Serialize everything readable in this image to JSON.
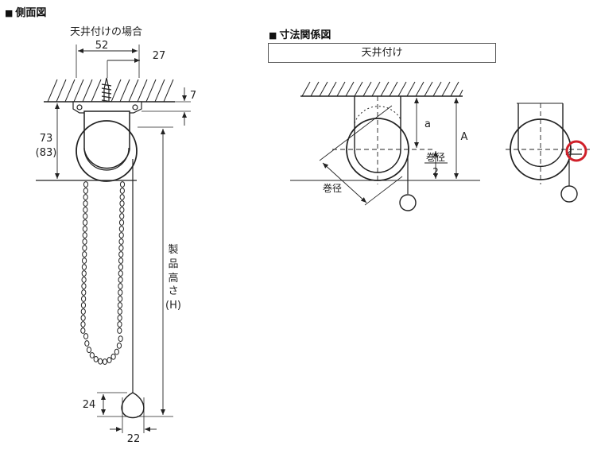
{
  "side_view": {
    "heading": "側面図",
    "subtitle": "天井付けの場合",
    "dims": {
      "width_52": "52",
      "offset_27": "27",
      "thickness_7": "7",
      "height_73": "73",
      "height_83": "(83)",
      "weight_height_24": "24",
      "weight_width_22": "22"
    },
    "product_height_label": [
      "製",
      "品",
      "高",
      "さ",
      "(H)"
    ]
  },
  "dimension_diagram": {
    "heading": "寸法関係図",
    "ceiling_label": "天井付け",
    "labels": {
      "a": "a",
      "A": "A",
      "roll_diameter": "巻径",
      "roll_diameter_half_num": "巻径",
      "roll_diameter_half_den": "2",
      "roll_diameter_diag": "巻径"
    }
  },
  "colors": {
    "line": "#222222",
    "highlight": "#d0202a",
    "hatch": "#333333"
  }
}
